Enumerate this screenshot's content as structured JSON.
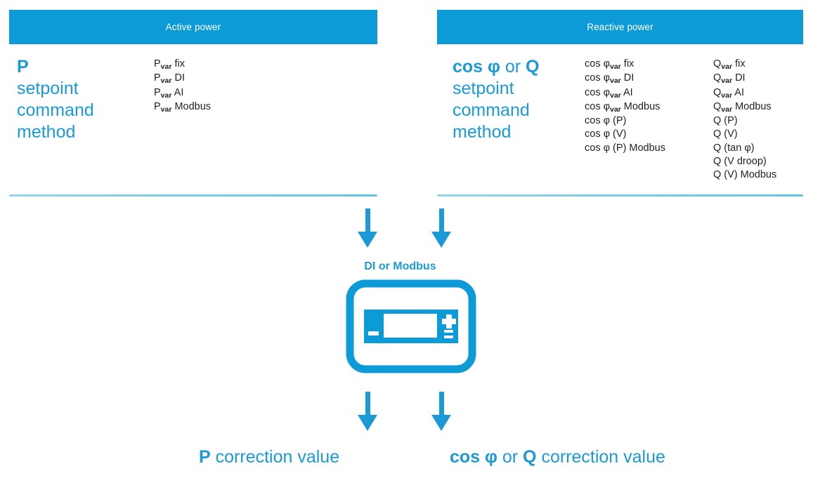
{
  "colors": {
    "header_bar": "#0d9bd7",
    "accent_blue": "#1b9ad6",
    "divider": "#63c4e4",
    "body_text": "#231f20",
    "background": "#ffffff"
  },
  "panels": [
    {
      "id": "active-power",
      "header": "Active power",
      "heading": {
        "line1_strong": "P",
        "line1_light": "",
        "line1_mid": "",
        "line1_strong2": "",
        "line2": "setpoint",
        "line3": "command",
        "line4": "method"
      },
      "method_columns": [
        {
          "items": [
            {
              "base": "P",
              "sub": "var",
              "rest": " fix"
            },
            {
              "base": "P",
              "sub": "var",
              "rest": " DI"
            },
            {
              "base": "P",
              "sub": "var",
              "rest": " AI"
            },
            {
              "base": "P",
              "sub": "var",
              "rest": " Modbus"
            }
          ]
        }
      ]
    },
    {
      "id": "reactive-power",
      "header": "Reactive power",
      "heading": {
        "line1_strong": "cos φ",
        "line1_mid": " or ",
        "line1_strong2": "Q",
        "line2": "setpoint",
        "line3": "command",
        "line4": "method"
      },
      "method_columns": [
        {
          "items": [
            {
              "base": "cos φ",
              "sub": "var",
              "rest": " fix"
            },
            {
              "base": "cos φ",
              "sub": "var",
              "rest": " DI"
            },
            {
              "base": "cos φ",
              "sub": "var",
              "rest": " AI"
            },
            {
              "base": "cos φ",
              "sub": "var",
              "rest": " Modbus"
            },
            {
              "base": "cos φ (P)",
              "sub": "",
              "rest": ""
            },
            {
              "base": "cos φ (V)",
              "sub": "",
              "rest": ""
            },
            {
              "base": "cos φ (P) Modbus",
              "sub": "",
              "rest": ""
            }
          ]
        },
        {
          "items": [
            {
              "base": "Q",
              "sub": "var",
              "rest": " fix"
            },
            {
              "base": "Q",
              "sub": "var",
              "rest": " DI"
            },
            {
              "base": "Q",
              "sub": "var",
              "rest": " AI"
            },
            {
              "base": "Q",
              "sub": "var",
              "rest": " Modbus"
            },
            {
              "base": "Q (P)",
              "sub": "",
              "rest": ""
            },
            {
              "base": "Q (V)",
              "sub": "",
              "rest": ""
            },
            {
              "base": "Q (tan φ)",
              "sub": "",
              "rest": ""
            },
            {
              "base": "Q (V droop)",
              "sub": "",
              "rest": ""
            },
            {
              "base": "Q (V) Modbus",
              "sub": "",
              "rest": ""
            }
          ]
        }
      ]
    }
  ],
  "middle": {
    "interface_label": "DI or Modbus",
    "device_icon": "controller-device-icon"
  },
  "outputs": [
    {
      "id": "p-correction",
      "strong": "P",
      "mid": "",
      "strong2": "",
      "rest": " correction value"
    },
    {
      "id": "cosphi-q-correction",
      "strong": "cos φ",
      "mid": " or ",
      "strong2": "Q",
      "rest": " correction value"
    }
  ],
  "arrows": {
    "top_left": "down-arrow-icon",
    "top_right": "down-arrow-icon",
    "bottom_left": "down-arrow-icon",
    "bottom_right": "down-arrow-icon"
  }
}
